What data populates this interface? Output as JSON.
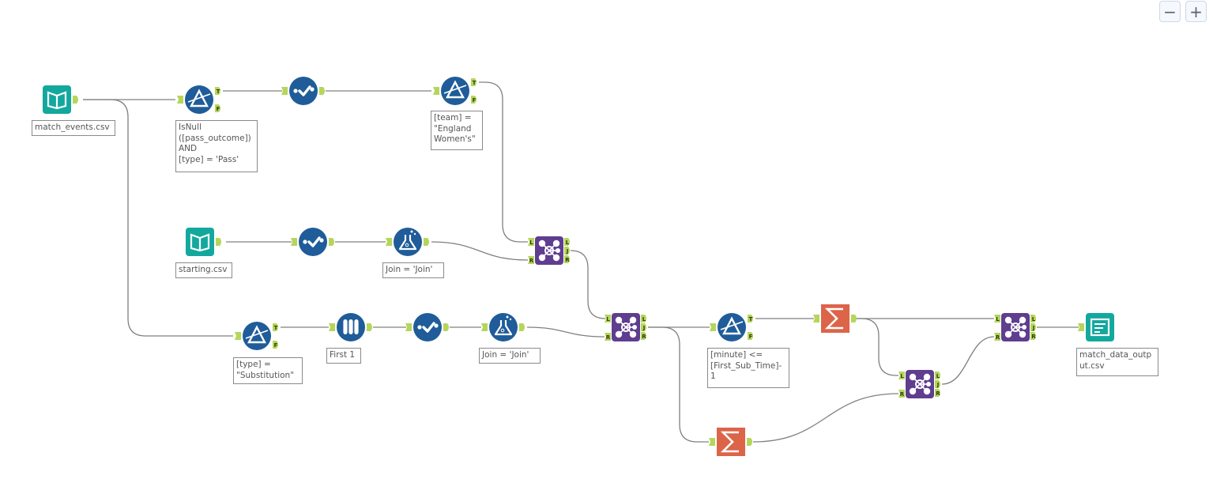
{
  "canvas": {
    "zoom_controls": {
      "zoom_out_label": "−",
      "zoom_in_label": "+"
    }
  },
  "colors": {
    "input_output": "#13a89e",
    "preparation": "#1f5c99",
    "join": "#5f3d8f",
    "transform": "#dc6449",
    "anchor": "#b5d65a",
    "wire": "#808080"
  },
  "tools": [
    {
      "id": "input1",
      "type": "input-data",
      "icon": "book-icon",
      "annotation": "match_events.csv"
    },
    {
      "id": "filter1",
      "type": "filter",
      "icon": "filter-prism-icon",
      "annotation": "IsNull\n([pass_outcome])\nAND\n[type] = 'Pass'"
    },
    {
      "id": "select1",
      "type": "select",
      "icon": "checkmark-icon",
      "annotation": ""
    },
    {
      "id": "filter2",
      "type": "filter",
      "icon": "filter-prism-icon",
      "annotation": "[team] =\n\"England\nWomen's\""
    },
    {
      "id": "input2",
      "type": "input-data",
      "icon": "book-icon",
      "annotation": "starting.csv"
    },
    {
      "id": "select2",
      "type": "select",
      "icon": "checkmark-icon",
      "annotation": ""
    },
    {
      "id": "formula1",
      "type": "formula",
      "icon": "flask-icon",
      "annotation": "Join = 'Join'"
    },
    {
      "id": "join1",
      "type": "join",
      "icon": "join-network-icon",
      "annotation": ""
    },
    {
      "id": "filter3",
      "type": "filter",
      "icon": "filter-prism-icon",
      "annotation": "[type] =\n\"Substitution\""
    },
    {
      "id": "sample1",
      "type": "sample",
      "icon": "test-tubes-icon",
      "annotation": "First 1"
    },
    {
      "id": "select3",
      "type": "select",
      "icon": "checkmark-icon",
      "annotation": ""
    },
    {
      "id": "formula2",
      "type": "formula",
      "icon": "flask-icon",
      "annotation": "Join = 'Join'"
    },
    {
      "id": "join2",
      "type": "join",
      "icon": "join-network-icon",
      "annotation": ""
    },
    {
      "id": "filter4",
      "type": "filter",
      "icon": "filter-prism-icon",
      "annotation": "[minute] <=\n[First_Sub_Time]-\n1"
    },
    {
      "id": "summarize1",
      "type": "summarize",
      "icon": "sigma-icon",
      "annotation": ""
    },
    {
      "id": "summarize2",
      "type": "summarize",
      "icon": "sigma-icon",
      "annotation": ""
    },
    {
      "id": "join3",
      "type": "join",
      "icon": "join-network-icon",
      "annotation": ""
    },
    {
      "id": "join4",
      "type": "join",
      "icon": "join-network-icon",
      "annotation": ""
    },
    {
      "id": "output1",
      "type": "output-data",
      "icon": "output-doc-icon",
      "annotation": "match_data_output.csv"
    }
  ],
  "anchor_labels": {
    "true": "T",
    "false": "F",
    "left": "L",
    "right": "R",
    "join": "J"
  }
}
